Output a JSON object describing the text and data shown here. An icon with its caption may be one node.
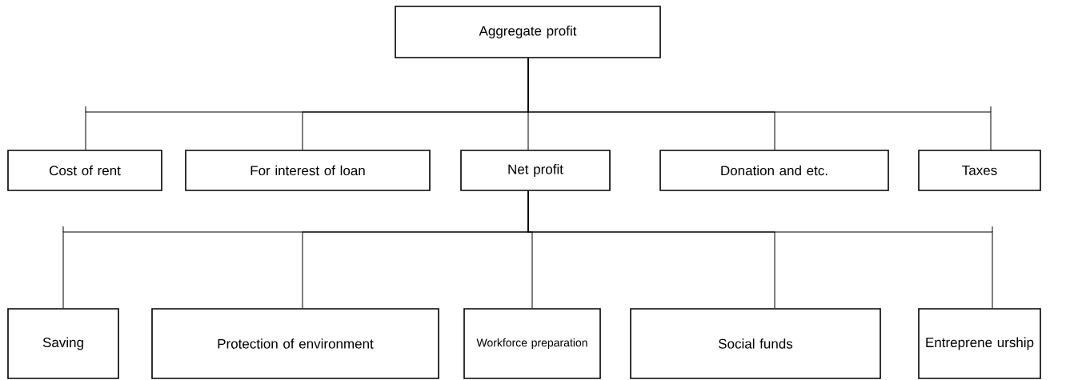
{
  "diagram": {
    "nodes": [
      {
        "text": [
          "Aggregate profit"
        ]
      },
      {
        "text": [
          "Cost of rent"
        ]
      },
      {
        "text": [
          "For interest of loan"
        ]
      },
      {
        "text": [
          "Net profit"
        ]
      },
      {
        "text": [
          "Donation and etc."
        ]
      },
      {
        "text": [
          "Taxes"
        ]
      },
      {
        "text": [
          "Saving"
        ]
      },
      {
        "text": [
          "Protection of environment"
        ]
      },
      {
        "text": [
          "Workforce preparation"
        ]
      },
      {
        "text": [
          "Social funds"
        ]
      },
      {
        "text": [
          "Entreprene urship"
        ]
      }
    ],
    "edges": [
      {
        "from": 0,
        "to": 1,
        "arrow": "none"
      },
      {
        "from": 0,
        "to": 2,
        "arrow": "none"
      },
      {
        "from": 0,
        "to": 3,
        "arrow": "none"
      },
      {
        "from": 0,
        "to": 4,
        "arrow": "none"
      },
      {
        "from": 0,
        "to": 5,
        "arrow": "none"
      },
      {
        "from": 3,
        "to": 6,
        "arrow": "none"
      },
      {
        "from": 3,
        "to": 7,
        "arrow": "none"
      },
      {
        "from": 3,
        "to": 8,
        "arrow": "none"
      },
      {
        "from": 3,
        "to": 9,
        "arrow": "none"
      },
      {
        "from": 3,
        "to": 10,
        "arrow": "none"
      }
    ]
  }
}
